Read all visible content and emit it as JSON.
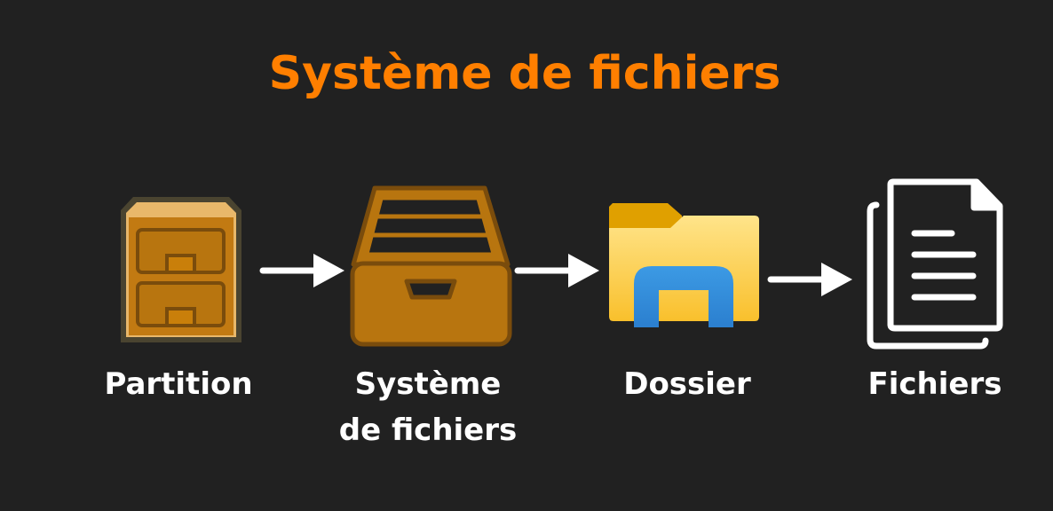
{
  "title": "Système de fichiers",
  "colors": {
    "background": "#212121",
    "title": "#ff7f00",
    "label": "#ffffff",
    "wood": "#b8750f",
    "wood_dark": "#7a4c0c",
    "folder": "#ffd25a",
    "folder_blue": "#3b95df"
  },
  "steps": [
    {
      "icon": "file-cabinet-icon",
      "label": "Partition"
    },
    {
      "icon": "archive-drawer-icon",
      "label_line1": "Système",
      "label_line2": "de fichiers"
    },
    {
      "icon": "folder-explorer-icon",
      "label": "Dossier"
    },
    {
      "icon": "documents-icon",
      "label": "Fichiers"
    }
  ]
}
